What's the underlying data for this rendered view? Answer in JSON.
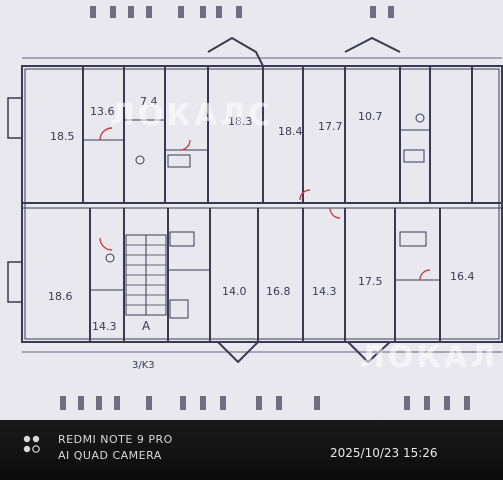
{
  "watermark": {
    "text_primary": "ЛОКАЛС",
    "text_secondary": "ЛОКАЛ"
  },
  "camera": {
    "brand_line": "REDMI NOTE 9 PRO",
    "mode_line": "AI QUAD CAMERA",
    "timestamp": "2025/10/23 15:26"
  },
  "plan": {
    "rooms_top_row": [
      "18.5",
      "13.6",
      "7.4",
      "18.3",
      "18.4",
      "17.7",
      "10.7"
    ],
    "rooms_bottom_row": [
      "18.6",
      "14.3",
      "14.0",
      "16.8",
      "14.3",
      "17.5",
      "16.4"
    ],
    "stair_label": "A",
    "axis_label": "3/K3"
  },
  "colors": {
    "paper": "#e9e8ef",
    "ink": "#3a3a55",
    "accent_red": "#c8424b"
  }
}
